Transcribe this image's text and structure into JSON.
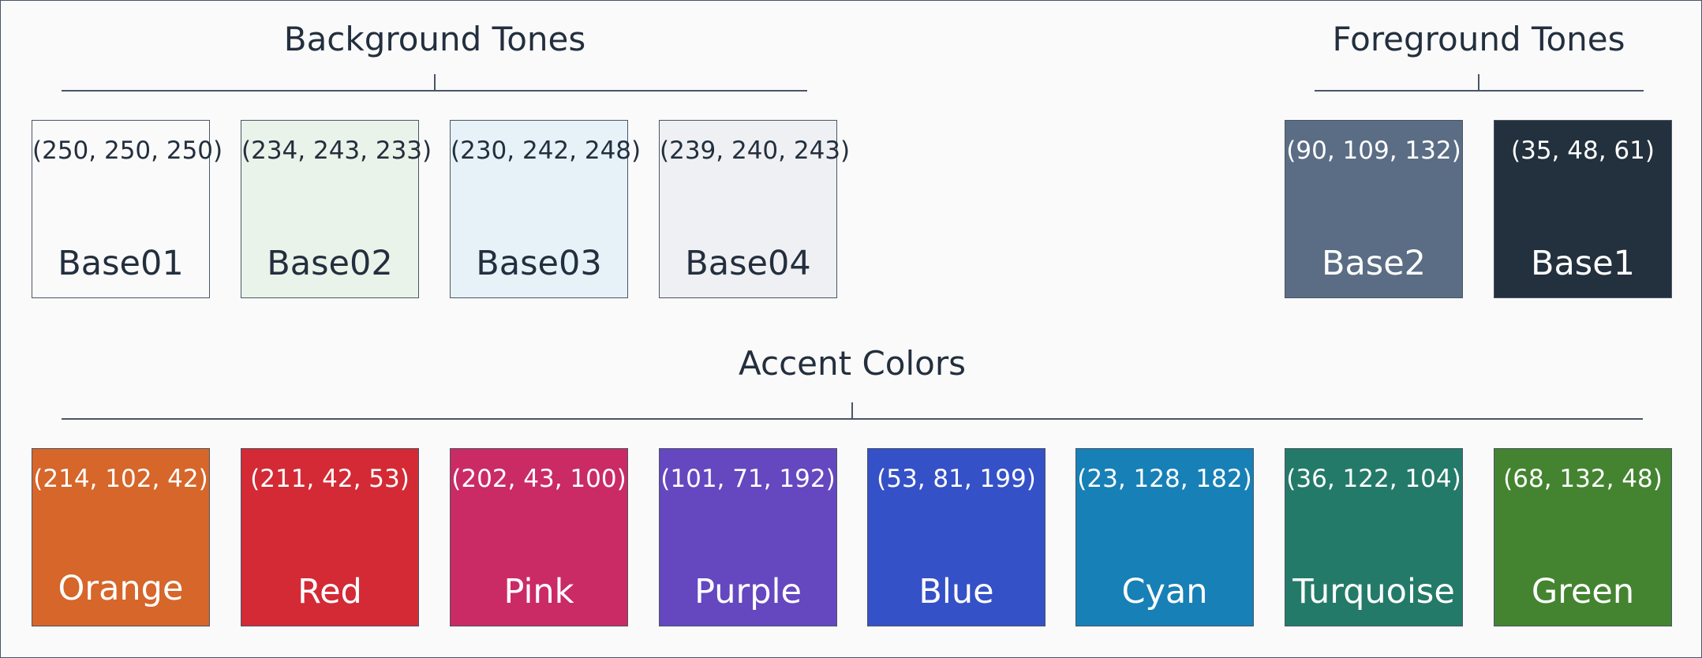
{
  "groups": {
    "background": {
      "title": "Background Tones",
      "swatches": [
        {
          "name": "Base01",
          "rgb": "(250, 250, 250)",
          "color": "#fafafa"
        },
        {
          "name": "Base02",
          "rgb": "(234, 243, 233)",
          "color": "#eaf3e9"
        },
        {
          "name": "Base03",
          "rgb": "(230, 242, 248)",
          "color": "#e6f2f8"
        },
        {
          "name": "Base04",
          "rgb": "(239, 240, 243)",
          "color": "#eff0f3"
        }
      ]
    },
    "foreground": {
      "title": "Foreground Tones",
      "swatches": [
        {
          "name": "Base2",
          "rgb": "(90, 109, 132)",
          "color": "#5a6d84"
        },
        {
          "name": "Base1",
          "rgb": "(35, 48, 61)",
          "color": "#23303d"
        }
      ]
    },
    "accent": {
      "title": "Accent Colors",
      "swatches": [
        {
          "name": "Orange",
          "rgb": "(214, 102, 42)",
          "color": "#d6662a"
        },
        {
          "name": "Red",
          "rgb": "(211, 42, 53)",
          "color": "#d32a35"
        },
        {
          "name": "Pink",
          "rgb": "(202, 43, 100)",
          "color": "#ca2b64"
        },
        {
          "name": "Purple",
          "rgb": "(101, 71, 192)",
          "color": "#6547c0"
        },
        {
          "name": "Blue",
          "rgb": "(53, 81, 199)",
          "color": "#3551c7"
        },
        {
          "name": "Cyan",
          "rgb": "(23, 128, 182)",
          "color": "#1780b6"
        },
        {
          "name": "Turquoise",
          "rgb": "(36, 122, 104)",
          "color": "#247a68"
        },
        {
          "name": "Green",
          "rgb": "(68, 132, 48)",
          "color": "#448430"
        }
      ]
    }
  }
}
